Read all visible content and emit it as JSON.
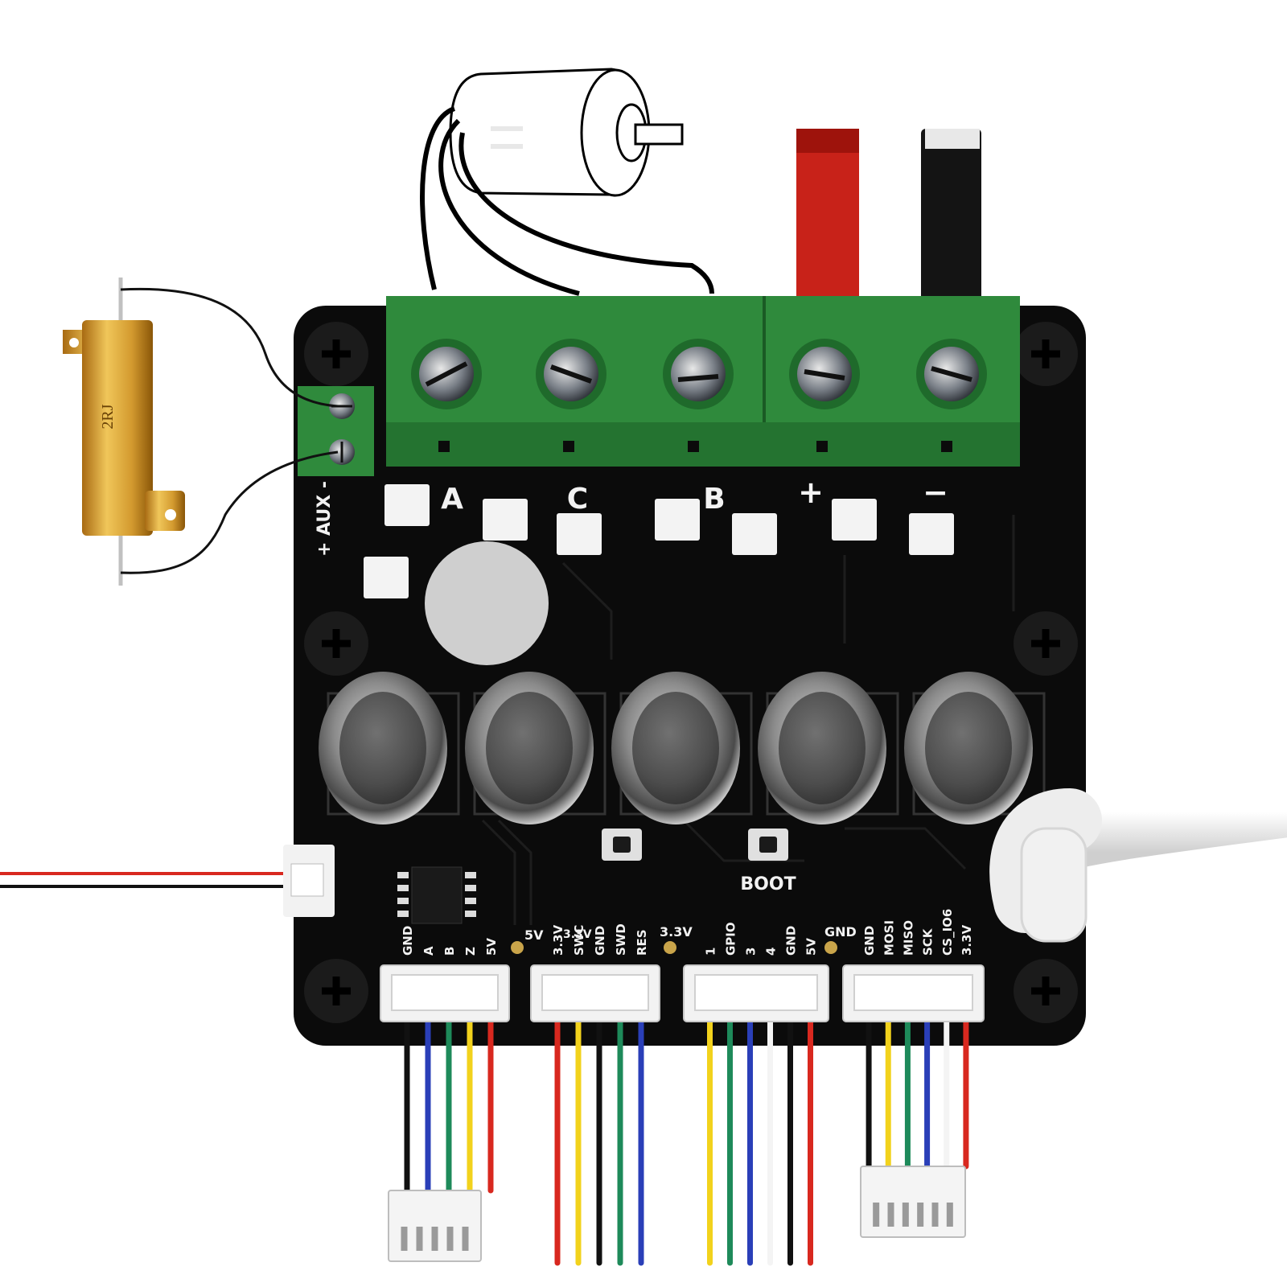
{
  "colors": {
    "pcb": "#0b0b0b",
    "terminal": "#2f8a3c",
    "terminal_dark": "#1f6a2b",
    "resistor": "#d9a23a",
    "wire_red": "#d8281f",
    "wire_black": "#111111",
    "wire_blue": "#2a3fb8",
    "wire_green": "#1e8a5a",
    "wire_yellow": "#f2d21c",
    "wire_white": "#f4f4f4",
    "usb_cable": "#f0f0f0",
    "silkscreen": "#f2f2f2"
  },
  "resistor": {
    "marking": "2RJ"
  },
  "aux": {
    "label": "+ AUX -"
  },
  "phase_labels": {
    "a": "A",
    "c": "C",
    "b": "B",
    "plus": "+",
    "minus": "−"
  },
  "boot_label": "BOOT",
  "pads": {
    "p5v": "5V",
    "p33v_a": "3.3V",
    "p33v_b": "3.3V",
    "gnd": "GND"
  },
  "connectors": [
    {
      "pins": [
        "GND",
        "A",
        "B",
        "Z",
        "5V"
      ]
    },
    {
      "pins": [
        "3.3V",
        "SWC",
        "GND",
        "SWD",
        "RES"
      ]
    },
    {
      "pins": [
        "1",
        "GPIO",
        "3",
        "4",
        "GND",
        "5V"
      ]
    },
    {
      "pins": [
        "GND",
        "MOSI",
        "MISO",
        "SCK",
        "CS_IO6",
        "3.3V"
      ]
    }
  ]
}
